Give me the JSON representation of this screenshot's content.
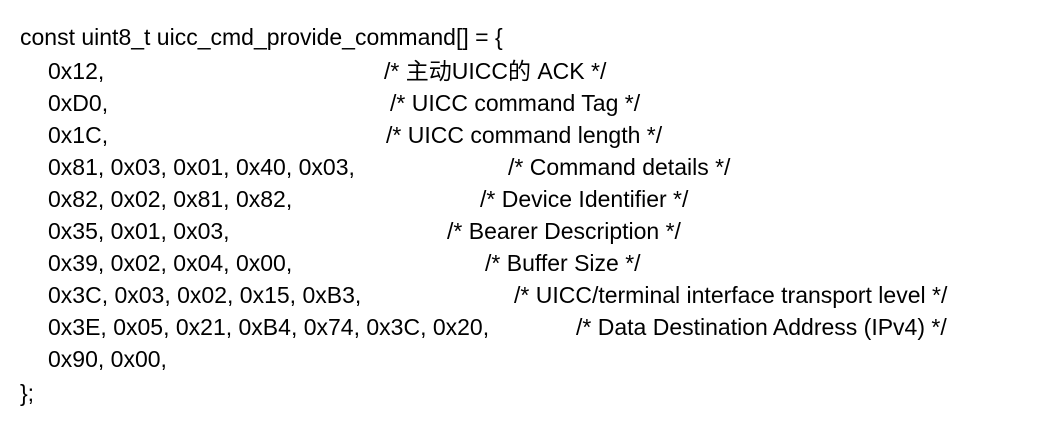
{
  "code": {
    "declaration": "const uint8_t uicc_cmd_provide_command[] = {",
    "rows": [
      {
        "values": "0x12,",
        "comment": "/* 主动UICC的 ACK */"
      },
      {
        "values": "0xD0,",
        "comment": "/* UICC command Tag */"
      },
      {
        "values": "0x1C,",
        "comment": "/* UICC command length */"
      },
      {
        "values": "0x81, 0x03, 0x01, 0x40, 0x03,",
        "comment": "/* Command details */"
      },
      {
        "values": "0x82, 0x02, 0x81, 0x82,",
        "comment": "/* Device Identifier */"
      },
      {
        "values": "0x35, 0x01, 0x03,",
        "comment": "/* Bearer Description */"
      },
      {
        "values": "0x39, 0x02, 0x04, 0x00,",
        "comment": "/* Buffer Size */"
      },
      {
        "values": "0x3C, 0x03, 0x02, 0x15, 0xB3,",
        "comment": "/* UICC/terminal interface transport level */"
      },
      {
        "values": "0x3E, 0x05, 0x21, 0xB4, 0x74, 0x3C, 0x20,",
        "comment": "/* Data Destination Address (IPv4) */"
      },
      {
        "values": "0x90, 0x00,",
        "comment": ""
      }
    ],
    "closing": "};"
  }
}
